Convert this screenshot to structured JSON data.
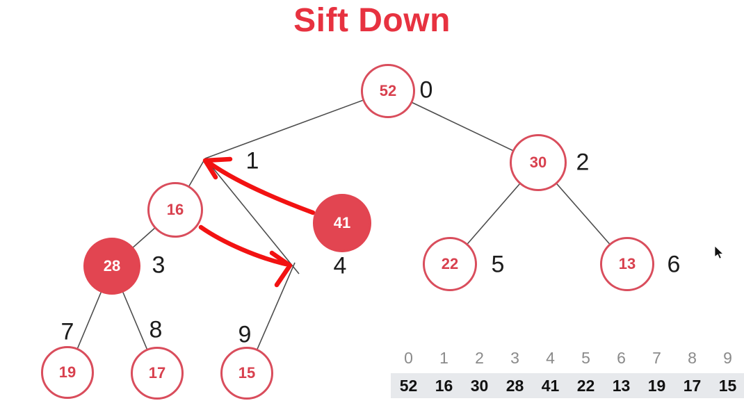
{
  "title": "Sift Down",
  "tree": {
    "nodes": [
      {
        "value": "52",
        "filled": false
      },
      {
        "value": "16",
        "filled": false
      },
      {
        "value": "41",
        "filled": true
      },
      {
        "value": "30",
        "filled": false
      },
      {
        "value": "28",
        "filled": true
      },
      {
        "value": "22",
        "filled": false
      },
      {
        "value": "13",
        "filled": false
      },
      {
        "value": "19",
        "filled": false
      },
      {
        "value": "17",
        "filled": false
      },
      {
        "value": "15",
        "filled": false
      }
    ],
    "index_labels": [
      "0",
      "1",
      "2",
      "3",
      "4",
      "5",
      "6",
      "7",
      "8",
      "9"
    ],
    "arrows": [
      {
        "name": "swap-arrow-41-to-index-1",
        "from": "41",
        "to": "index 1"
      },
      {
        "name": "swap-arrow-16-to-index-4",
        "from": "16",
        "to": "index 4"
      }
    ]
  },
  "array": {
    "indices": [
      "0",
      "1",
      "2",
      "3",
      "4",
      "5",
      "6",
      "7",
      "8",
      "9"
    ],
    "values": [
      "52",
      "16",
      "30",
      "28",
      "41",
      "22",
      "13",
      "19",
      "17",
      "15"
    ]
  },
  "colors": {
    "title_red": "#e73240",
    "node_border_red": "#d94d5c",
    "node_text_red": "#d8404e",
    "node_fill_red": "#e24551",
    "arrow_red": "#f21212",
    "edge_gray": "#4d4d4d",
    "label_black": "#1c1c1c",
    "band_gray": "#e7e9ec",
    "index_gray": "#8a8a8a"
  },
  "icons": {
    "cursor": "mouse-pointer-icon"
  }
}
